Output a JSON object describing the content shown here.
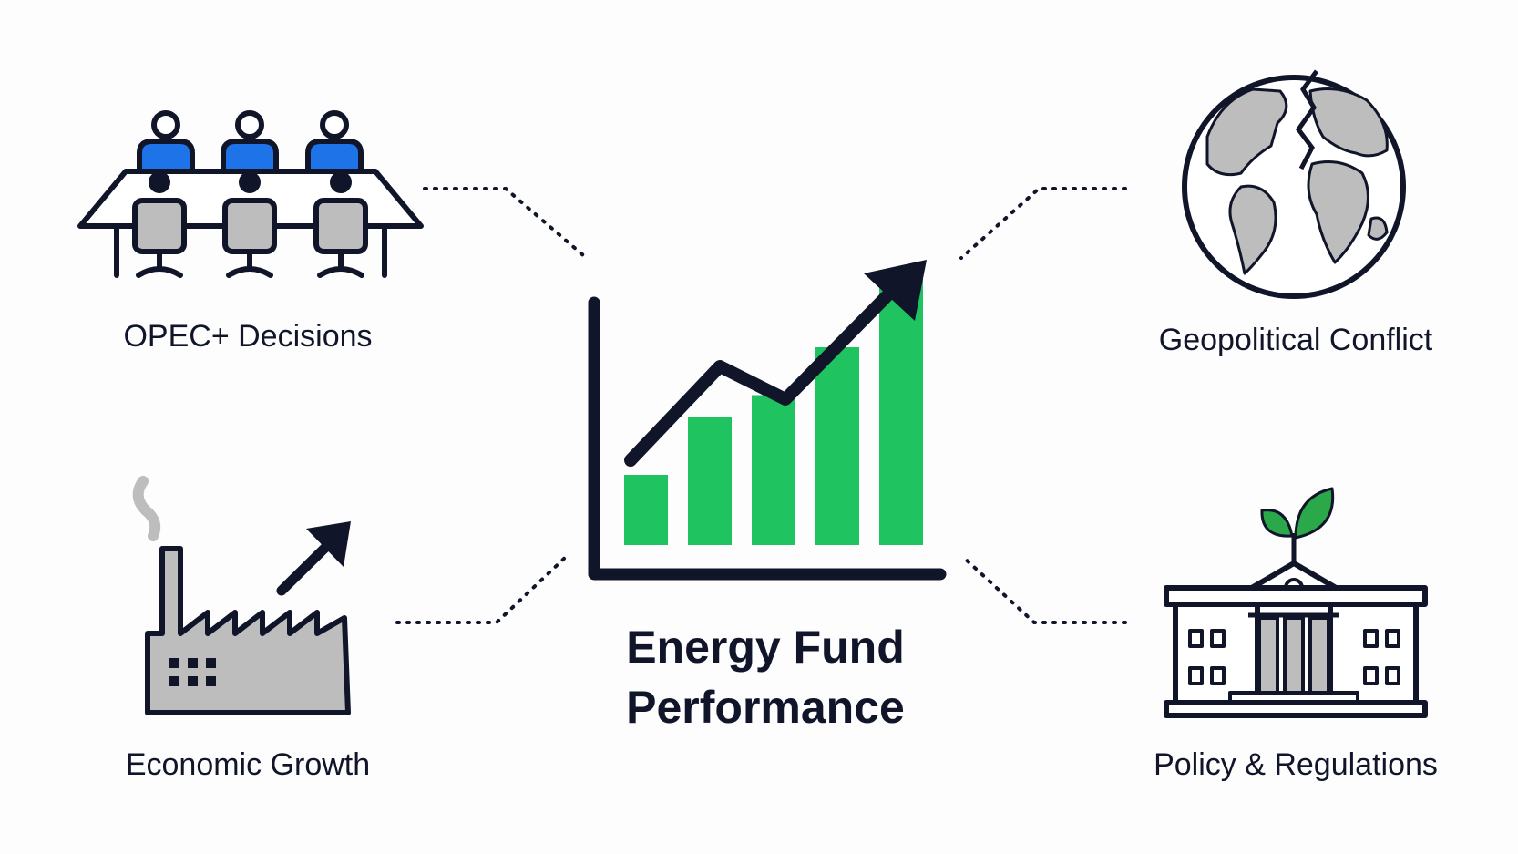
{
  "diagram": {
    "center": {
      "title_line1": "Energy Fund",
      "title_line2": "Performance"
    },
    "factors": [
      {
        "label": "OPEC+ Decisions",
        "icon": "meeting-table-icon"
      },
      {
        "label": "Geopolitical Conflict",
        "icon": "cracked-globe-icon"
      },
      {
        "label": "Economic Growth",
        "icon": "factory-growth-icon"
      },
      {
        "label": "Policy & Regulations",
        "icon": "government-building-sprout-icon"
      }
    ]
  },
  "chart_data": {
    "type": "bar",
    "categories": [
      "",
      "",
      "",
      "",
      ""
    ],
    "values": [
      22,
      40,
      47,
      62,
      84
    ],
    "ylim": [
      0,
      100
    ],
    "title": "",
    "xlabel": "",
    "ylabel": "",
    "grid": false,
    "trend_arrow": true
  },
  "colors": {
    "ink": "#10152a",
    "bar_green": "#1fc460",
    "person_blue": "#1e73e8",
    "fill_gray": "#bdbdbd",
    "leaf_green": "#2aa84a",
    "background": "#fdfdfd"
  }
}
